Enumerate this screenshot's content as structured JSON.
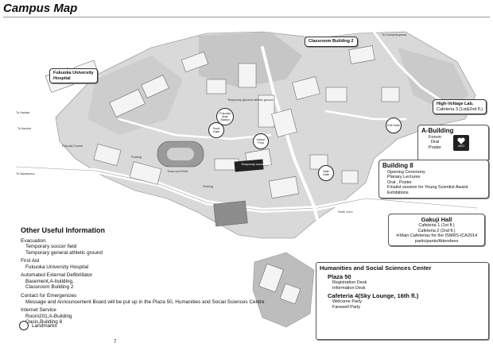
{
  "title": "Campus Map",
  "callouts": {
    "classroom2": "Classroom Building 2",
    "hospital": [
      "Fukuoka University",
      "Hospital"
    ],
    "hv_lab": [
      "High-Voltage Lab.",
      "Cafeteria 3 (1st&2nd fl.)"
    ],
    "a_building": {
      "title": "A-Building",
      "lines": [
        "Forum",
        "Oral",
        "Poster"
      ],
      "aed": "AED"
    },
    "building8": {
      "title": "Building 8",
      "lines": [
        "Opening Ceremony",
        "Planary Lectures",
        "Oral , Poster",
        "Finalist session for Young Scientist Award",
        "Exhibitions"
      ]
    },
    "gakuji": {
      "title": "Gakuji Hall",
      "lines": [
        "Cafeteria 1 (1st fl.)",
        "Cafeteria 2 (2nd fl.)",
        "※Main Cafeterias for the ISMRS-ICA2014",
        "participants/Attendees"
      ]
    },
    "humanities": {
      "title": "Humanities and Social Sciences Center",
      "plaza": "Plaza 50",
      "plaza_lines": [
        "Registration Desk",
        "Information Desk"
      ],
      "cafeteria": "Cafeteria 4(Sky Lounge, 16th fl.)",
      "cafeteria_lines": [
        "Welcome Party",
        "Farewell Party"
      ]
    }
  },
  "gates": {
    "front": "Front Gate",
    "fukudai": "Fukudai Mae Station",
    "indoor": "Indoor Pool",
    "exit": "Exit Gate",
    "side": "Side Gate"
  },
  "map_labels": {
    "soccer": "Temporary soccer field",
    "temp_athletic": "Temporary general athletic ground",
    "track": "Track and Field",
    "parking1": "Parking",
    "parking2": "Parking",
    "north_jo": "North Jono",
    "kamiyokoyama": "To Kamiyokoyama",
    "hakata": "To Hakata",
    "itazuke": "To Itazuke",
    "nanakuma": "To Nanakuma",
    "fukudai_tunnel": "Fukudai Tunnel"
  },
  "other_info": {
    "heading": "Other Useful Information",
    "sections": [
      {
        "title": "Evacuation",
        "items": [
          "Temporary soccer field",
          "Temporary general athletic ground"
        ]
      },
      {
        "title": "First Aid",
        "items": [
          "Fukuoka University Hospital"
        ]
      },
      {
        "title": "Automated External Defibrillator",
        "items": [
          "Basement,A-building,",
          "Classroom Building 2"
        ]
      },
      {
        "title": "Contact for Emergencies",
        "items": [
          "Message and Announcement Board will be put up in the Plaza 50, Humanities and Social Sciences Centre"
        ]
      },
      {
        "title": "Internet Service",
        "items": [
          "Room201,A-Building",
          "Oasis,Building 8"
        ]
      }
    ]
  },
  "landmarks_label": "Landmarks",
  "page_number": "7"
}
